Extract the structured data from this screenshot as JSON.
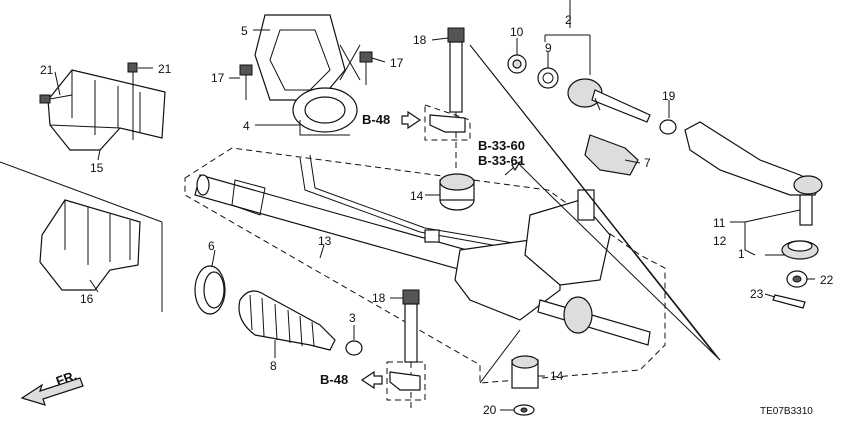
{
  "callouts": [
    "1",
    "2",
    "3",
    "4",
    "5",
    "6",
    "7",
    "8",
    "9",
    "10",
    "11",
    "12",
    "13",
    "14",
    "14",
    "15",
    "16",
    "17",
    "17",
    "18",
    "18",
    "19",
    "20",
    "21",
    "21",
    "22",
    "23"
  ],
  "refs": {
    "b48_top": "B-48",
    "b48_bottom": "B-48",
    "b3360": "B-33-60",
    "b3361": "B-33-61"
  },
  "direction": "FR.",
  "diagram_code": "TE07B3310"
}
